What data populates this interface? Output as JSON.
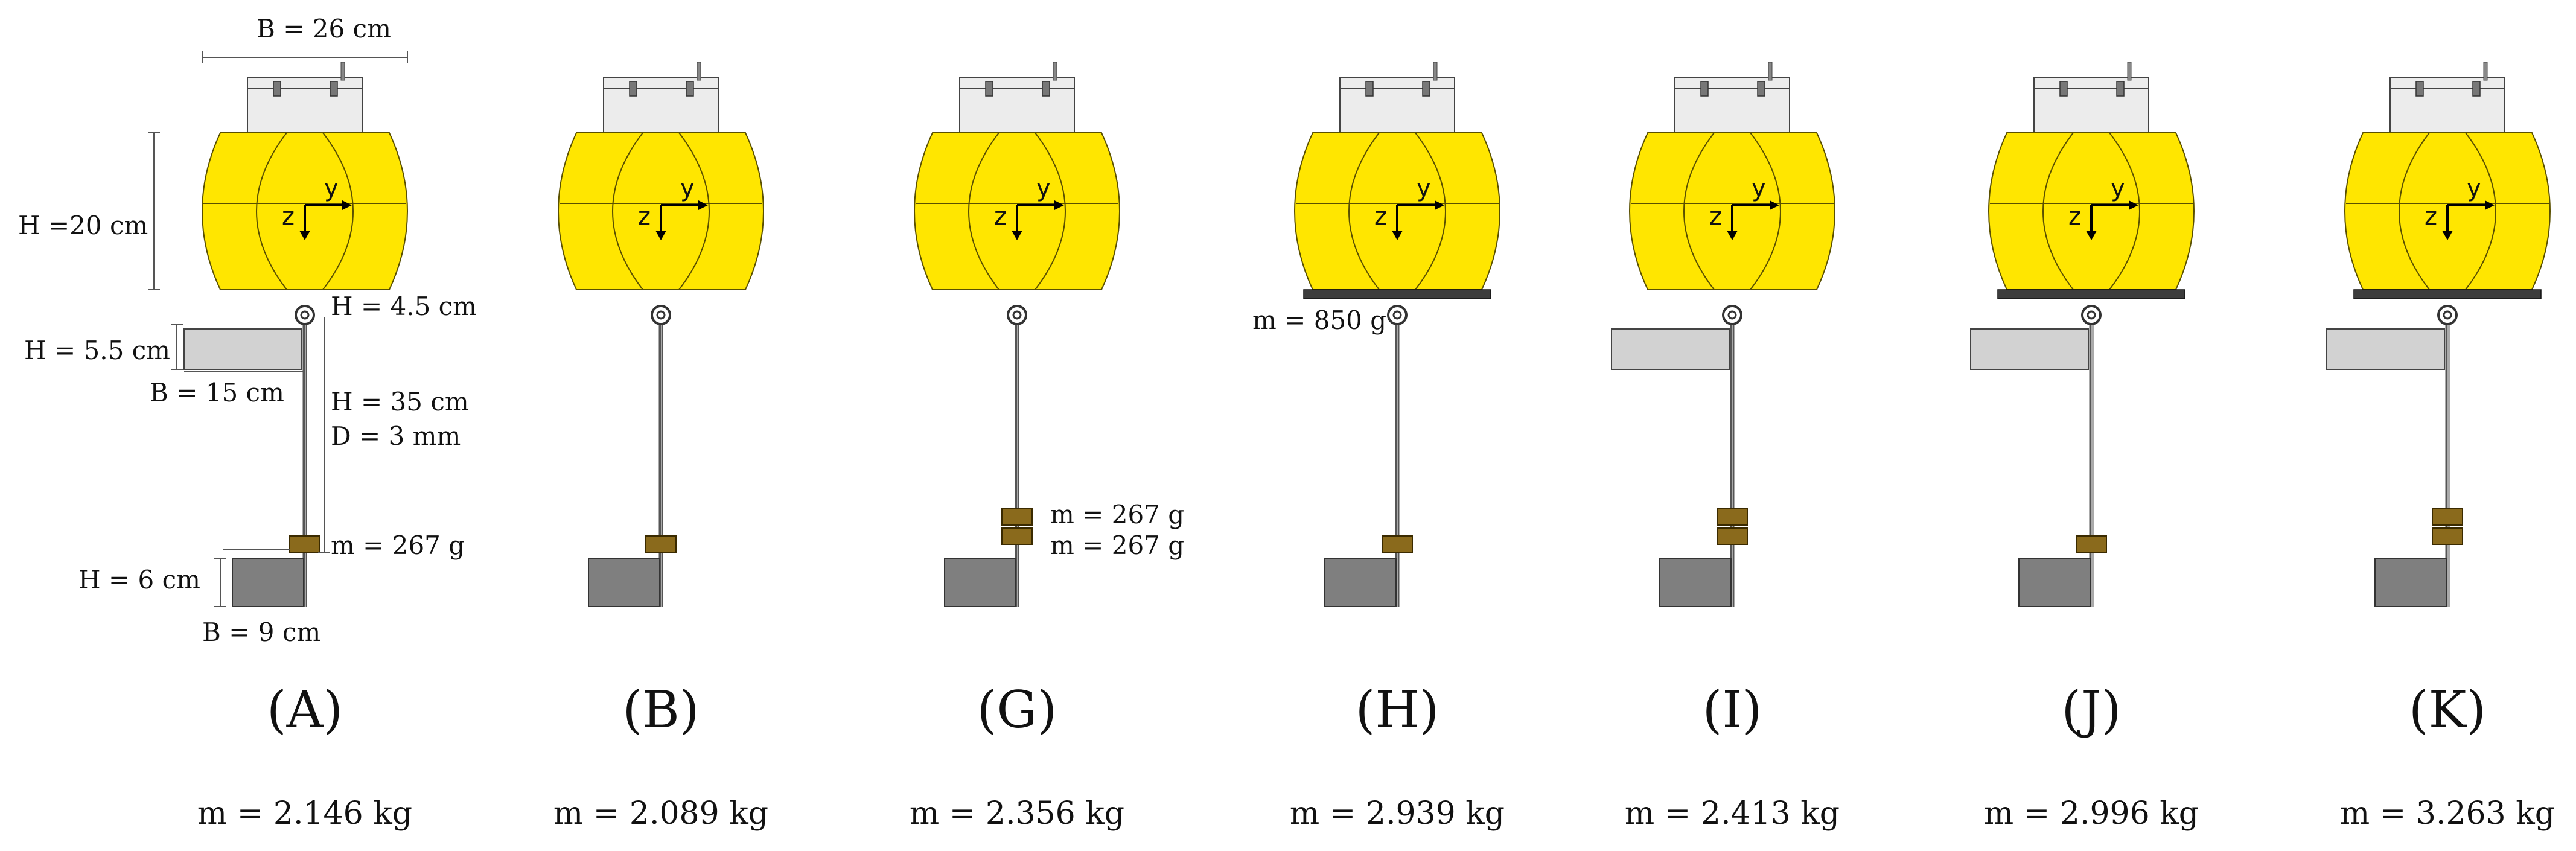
{
  "colors": {
    "float_yellow": "#ffe600",
    "float_stroke": "#5a5000",
    "housing_fill": "#ececec",
    "plate_fill": "#d2d2d2",
    "ballast_fill": "#7f7f7f",
    "mass_fill": "#8a6a1c",
    "rod_color": "#555555",
    "dark_plate": "#3c3c3c"
  },
  "axes": {
    "y_label": "y",
    "z_label": "z"
  },
  "dimensions": {
    "float_width": "B = 26 cm",
    "float_height": "H =20 cm",
    "joint_height": "H = 4.5 cm",
    "plate_height": "H = 5.5 cm",
    "plate_width": "B = 15 cm",
    "rod_height": "H = 35 cm",
    "rod_diameter": "D = 3 mm",
    "mass_label": "m = 267 g",
    "ballast_height": "H = 6 cm",
    "ballast_width": "B = 9 cm",
    "mass_g_top": "m = 267 g",
    "mass_g_bottom": "m = 267 g",
    "mass_h_plate": "m = 850 g"
  },
  "panels": [
    {
      "id": "A",
      "label": "(A)",
      "total_mass": "m = 2.146 kg",
      "top_plate": false,
      "side_plate": true,
      "masses": 1
    },
    {
      "id": "B",
      "label": "(B)",
      "total_mass": "m = 2.089 kg",
      "top_plate": false,
      "side_plate": false,
      "masses": 1
    },
    {
      "id": "G",
      "label": "(G)",
      "total_mass": "m = 2.356 kg",
      "top_plate": false,
      "side_plate": false,
      "masses": 2
    },
    {
      "id": "H",
      "label": "(H)",
      "total_mass": "m = 2.939 kg",
      "top_plate": true,
      "side_plate": false,
      "masses": 1
    },
    {
      "id": "I",
      "label": "(I)",
      "total_mass": "m = 2.413 kg",
      "top_plate": false,
      "side_plate": true,
      "masses": 2
    },
    {
      "id": "J",
      "label": "(J)",
      "total_mass": "m = 2.996 kg",
      "top_plate": true,
      "side_plate": true,
      "masses": 1
    },
    {
      "id": "K",
      "label": "(K)",
      "total_mass": "m = 3.263 kg",
      "top_plate": true,
      "side_plate": true,
      "masses": 2
    }
  ]
}
